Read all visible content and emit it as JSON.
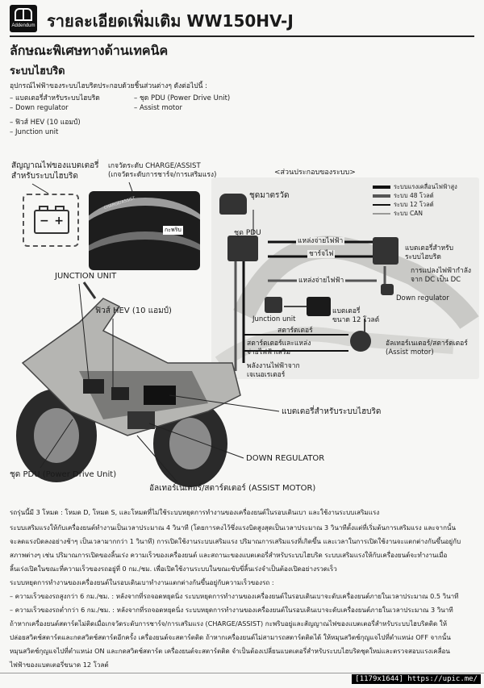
{
  "header": {
    "badge_label": "Addendum",
    "title": "รายละเอียดเพิ่มเติม WW150HV-J"
  },
  "section": {
    "heading": "ลักษณะพิเศษทางด้านเทคนิค",
    "subheading": "ระบบไฮบริด",
    "intro": "อุปกรณ์ไฟฟ้าของระบบไฮบริดประกอบด้วยชิ้นส่วนต่างๆ ดังต่อไปนี้ :",
    "components_left": [
      "– แบตเตอรี่สำหรับระบบไฮบริด",
      "– Down regulator",
      "– ฟิวส์ HEV (10 แอมป์)",
      "– Junction unit"
    ],
    "components_right": [
      "– ชุด PDU (Power Drive Unit)",
      "– Assist motor"
    ]
  },
  "callouts": {
    "battery_indicator": [
      "สัญญาณไฟของแบตเตอรี่",
      "สำหรับระบบไฮบริด"
    ],
    "gauge": [
      "เกจวัดระดับ CHARGE/ASSIST",
      "(เกจวัดระดับการชาร์จ/การเสริมแรง)"
    ],
    "gauge_inner": "กะพริบ",
    "gauge_text": "CHARGE/ASSIST",
    "junction_unit": "JUNCTION UNIT",
    "fuse": "ฟิวส์ HEV (10 แอมป์)",
    "hybrid_battery": "แบตเตอรี่สำหรับระบบไฮบริด",
    "down_regulator": "DOWN REGULATOR",
    "pdu": "ชุด PDU (Power Drive Unit)",
    "assist_motor": "อัลเทอร์เนเตอร์/สตาร์ตเตอร์ (ASSIST MOTOR)"
  },
  "diagram": {
    "title": "<ส่วนประกอบของระบบ>",
    "legend": [
      {
        "label": "ระบบแรงเคลื่อนไฟฟ้าสูง",
        "color": "#111111",
        "style": "thick"
      },
      {
        "label": "ระบบ 48 โวลต์",
        "color": "#555555",
        "style": "thick"
      },
      {
        "label": "ระบบ 12 โวลต์",
        "color": "#111111",
        "style": "thin"
      },
      {
        "label": "ระบบ CAN",
        "color": "#111111",
        "style": "hair"
      }
    ],
    "labels": {
      "meter": "ชุดมาตรวัด",
      "pdu": "ชุด PDU",
      "power_source": "แหล่งจ่ายไฟฟ้า",
      "charge": "ชาร์จไฟ",
      "power_source2": "แหล่งจ่ายไฟฟ้า",
      "hybrid_battery": [
        "แบตเตอรี่สำหรับ",
        "ระบบไฮบริด"
      ],
      "converter": [
        "การแปลงไฟฟ้ากำลัง",
        "จาก DC เป็น DC"
      ],
      "down_regulator": "Down regulator",
      "junction_unit": "Junction unit",
      "battery12": [
        "แบตเตอรี่",
        "ขนาด 12 โวลต์"
      ],
      "starter": "สตาร์ตเตอร์",
      "starter_assist": [
        "สตาร์ตเตอร์และแหล่ง",
        "จ่ายไฟฟ้าเสริม"
      ],
      "generator_power": [
        "พลังงานไฟฟ้าจาก",
        "เจเนอเรเตอร์"
      ],
      "alternator": [
        "อัลเทอร์เนเตอร์/สตาร์ตเตอร์",
        "(Assist motor)"
      ]
    }
  },
  "body_text": [
    "รถรุ่นนี้มี 3 โหมด : โหมด D, โหมด S, และโหมดที่ไม่ใช้ระบบหยุดการทำงานของเครื่องยนต์ในรอบเดินเบา และใช้งานระบบเสริมแรง",
    "ระบบเสริมแรงให้กับเครื่องยนต์ทำงานเป็นเวลาประมาณ 4 วินาที (โดยการคงไว้ซึ่งแรงบิดสูงสุดเป็นเวลาประมาณ 3 วินาทีตั้งแต่ที่เริ่มต้นการเสริมแรง และจากนั้น",
    "จะลดแรงบิดลงอย่างช้าๆ เป็นเวลามากกว่า 1 วินาที) การเปิดใช้งานระบบเสริมแรง ปริมาณการเสริมแรงที่เกิดขึ้น และเวลาในการเปิดใช้งานจะแตกต่างกันขึ้นอยู่กับ",
    "สภาพต่างๆ เช่น ปริมาณการเปิดของลิ้นเร่ง ความเร็วของเครื่องยนต์ และสถานะของแบตเตอรี่สำหรับระบบไฮบริด ระบบเสริมแรงให้กับเครื่องยนต์จะทำงานเมื่อ",
    "ลิ้นเร่งเปิดในขณะที่ความเร็วของรถอยู่ที่ 0 กม./ชม. เพื่อเปิดใช้งานระบบในขณะขับขี่ลิ้นเร่งจำเป็นต้องเปิดอย่างรวดเร็ว",
    "ระบบหยุดการทำงานของเครื่องยนต์ในรอบเดินเบาทำงานแตกต่างกันขึ้นอยู่กับความเร็วของรถ :",
    "– ความเร็วของรถสูงกว่า 6 กม./ชม. : หลังจากที่รถจอดหยุดนิ่ง ระบบหยุดการทำงานของเครื่องยนต์ในรอบเดินเบาจะดับเครื่องยนต์ภายในเวลาประมาณ 0.5 วินาที",
    "– ความเร็วของรถต่ำกว่า 6 กม./ชม. : หลังจากที่รถจอดหยุดนิ่ง ระบบหยุดการทำงานของเครื่องยนต์ในรอบเดินเบาจะดับเครื่องยนต์ภายในเวลาประมาณ 3 วินาที",
    "ถ้าหากเครื่องยนต์สตาร์ตไม่ติดเมื่อเกจวัดระดับการชาร์จ/การเสริมแรง (CHARGE/ASSIST) กะพริบอยู่และสัญญาณไฟของแบตเตอรี่สำหรับระบบไฮบริดติด ให้",
    "ปล่อยสวิตช์สตาร์ตและกดสวิตช์สตาร์ตอีกครั้ง เครื่องยนต์จะสตาร์ตติด ถ้าหากเครื่องยนต์ไม่สามารถสตาร์ตติดได้ ให้หมุนสวิตช์กุญแจไปที่ตำแหน่ง OFF จากนั้น",
    "หมุนสวิตช์กุญแจไปที่ตำแหน่ง ON และกดสวิตช์สตาร์ต เครื่องยนต์จะสตาร์ตติด จำเป็นต้องเปลี่ยนแบตเตอรี่สำหรับระบบไฮบริดชุดใหม่และตรวจสอบแรงเคลื่อน",
    "ไฟฟ้าของแบตเตอรี่ขนาด 12 โวลต์"
  ],
  "watermark": "[1179x1644] https://upic.me/"
}
